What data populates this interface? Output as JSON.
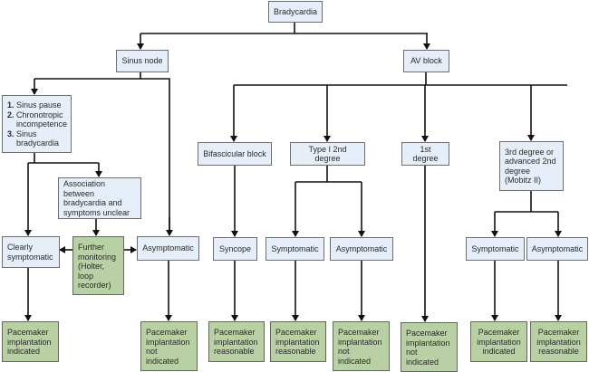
{
  "title": "Bradycardia",
  "colors": {
    "question_box": "#e6eef9",
    "outcome_box": "#b9d0a5",
    "line": "#111111"
  },
  "nodes": {
    "root": "Bradycardia",
    "sinus_node": "Sinus node",
    "av_block": "AV block",
    "sinus_list": [
      {
        "num": "1.",
        "text": "Sinus pause"
      },
      {
        "num": "2.",
        "text": "Chronotropic incompetence"
      },
      {
        "num": "3.",
        "text": "Sinus bradycardia"
      }
    ],
    "association": "Association between bradycardia and symptoms unclear",
    "clearly_symptomatic": "Clearly symptomatic",
    "further_monitoring": "Further monitoring (Holter, loop recorder)",
    "sinus_asymptomatic": "Asymptomatic",
    "bifascicular": "Bifascicular block",
    "syncope": "Syncope",
    "type1_2nd": "Type I 2nd degree",
    "type1_symptomatic": "Symptomatic",
    "type1_asymptomatic": "Asymptomatic",
    "first_degree": "1st degree",
    "third_degree": "3rd degree or advanced 2nd degree (Mobitz II)",
    "third_symptomatic": "Symptomatic",
    "third_asymptomatic": "Asymptomatic"
  },
  "outcomes": {
    "sinus_symptomatic": "Pacemaker implantation indicated",
    "sinus_asymptomatic": "Pacemaker implantation not indicated",
    "syncope": "Pacemaker implantation reasonable",
    "type1_symptomatic": "Pacemaker implantation reasonable",
    "type1_asymptomatic": "Pacemaker implantation not indicated",
    "first_degree": "Pacemaker implantation not indicated",
    "third_symptomatic": "Pacemaker implantation indicated",
    "third_asymptomatic": "Pacemaker implantation reasonable"
  }
}
